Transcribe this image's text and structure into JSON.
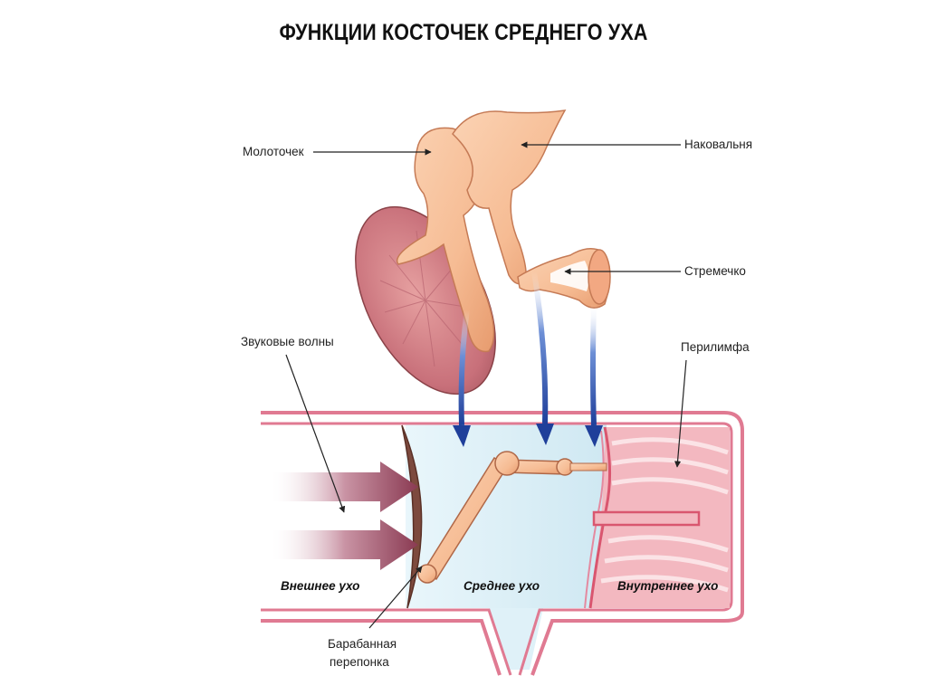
{
  "title": "ФУНКЦИИ КОСТОЧЕК СРЕДНЕГО УХА",
  "labels": {
    "malleus": "Молоточек",
    "incus": "Наковальня",
    "stapes": "Стремечко",
    "sound_waves": "Звуковые волны",
    "perilymph": "Перилимфа",
    "eardrum_line1": "Барабанная",
    "eardrum_line2": "перепонка"
  },
  "sections": {
    "outer": "Внешнее ухо",
    "middle": "Среднее ухо",
    "inner": "Внутреннее ухо"
  },
  "colors": {
    "bone": "#f6bc94",
    "bone_shade": "#e79b6e",
    "eardrum": "#c8707a",
    "canal_wall": "#e07a92",
    "middle_fill": "#d6eef6",
    "inner_fill": "#f3b8c0",
    "sound_arrow": "#8a3a52",
    "blue_arrow": "#1f3f9a"
  }
}
